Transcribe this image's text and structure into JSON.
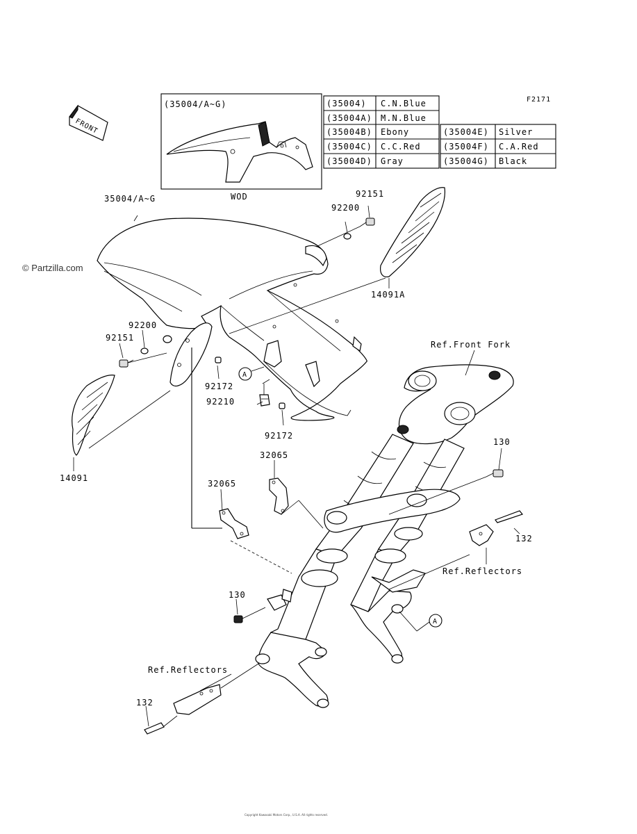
{
  "figure_code": "F2171",
  "front_label": "FRONT",
  "watermark": "© Partzilla.com",
  "inset": {
    "title": "(35004/A~G)",
    "caption": "WOD"
  },
  "color_table": {
    "left": [
      {
        "part": "(35004)",
        "color": "C.N.Blue"
      },
      {
        "part": "(35004A)",
        "color": "M.N.Blue"
      },
      {
        "part": "(35004B)",
        "color": "Ebony"
      },
      {
        "part": "(35004C)",
        "color": "C.C.Red"
      },
      {
        "part": "(35004D)",
        "color": "Gray"
      }
    ],
    "right": [
      {
        "part": "(35004E)",
        "color": "Silver"
      },
      {
        "part": "(35004F)",
        "color": "C.A.Red"
      },
      {
        "part": "(35004G)",
        "color": "Black"
      }
    ]
  },
  "labels": {
    "fender": "35004/A~G",
    "cover_right": "14091A",
    "cover_left": "14091",
    "bolt_r_top": "92151",
    "washer_r_top": "92200",
    "washer_left": "92200",
    "bolt_left": "92151",
    "screw_left": "92172",
    "clamp": "92210",
    "screw_center": "92172",
    "ref_fork": "Ref.Front Fork",
    "bolt_130_top": "130",
    "bracket_upper": "32065",
    "bracket_lower": "32065",
    "bolt_132_right": "132",
    "ref_reflectors_right": "Ref.Reflectors",
    "bolt_130_bottom": "130",
    "ref_reflectors_left": "Ref.Reflectors",
    "bolt_132_left": "132",
    "marker_a": "A"
  },
  "footer": "Copyright Kawasaki Motors Corp., U.S.A. All rights reserved."
}
